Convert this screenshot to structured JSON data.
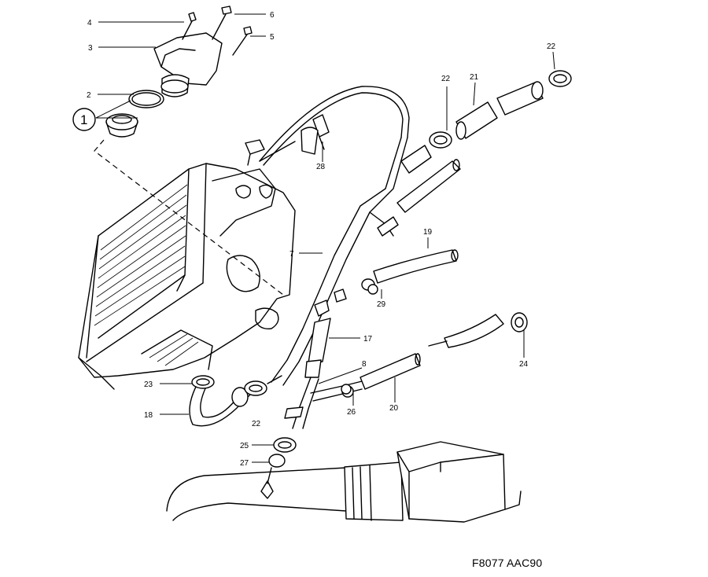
{
  "reference_code": "F8077 AAC90",
  "callouts": {
    "c1": "1",
    "c2": "2",
    "c3": "3",
    "c4": "4",
    "c5": "5",
    "c6": "6",
    "c7": "7",
    "c8": "8",
    "c17": "17",
    "c18": "18",
    "c19": "19",
    "c20": "20",
    "c21": "21",
    "c22a": "22",
    "c22b": "22",
    "c22c": "22",
    "c23": "23",
    "c24": "24",
    "c25": "25",
    "c26": "26",
    "c27": "27",
    "c28": "28",
    "c29": "29"
  }
}
